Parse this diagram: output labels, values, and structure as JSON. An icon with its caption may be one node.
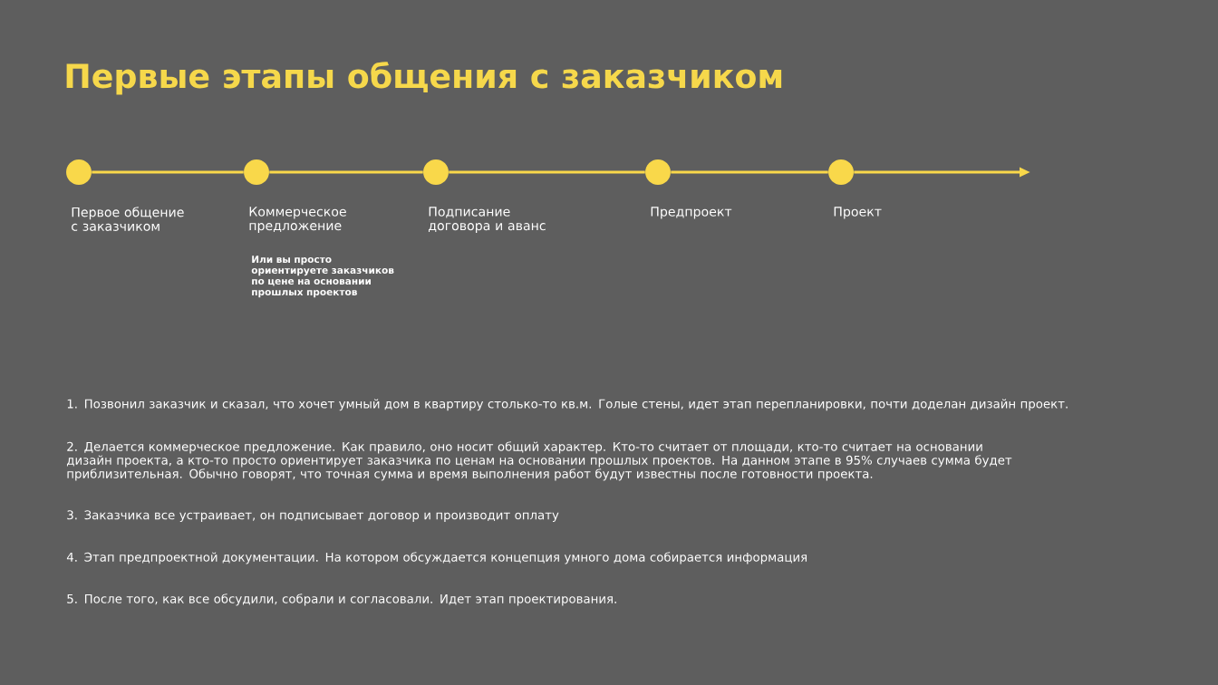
{
  "diagram": {
    "title": "Первые этапы общения с заказчиком",
    "nodes": [
      {
        "text": [
          "Первое общение с заказчиком"
        ]
      },
      {
        "text": [
          "Коммерческое предложение"
        ]
      },
      {
        "text": [
          "Подписание договора и аванс"
        ]
      },
      {
        "text": [
          "Предпроект"
        ]
      },
      {
        "text": [
          "Проект"
        ]
      }
    ],
    "edges": [
      {
        "from": 0,
        "to": 1,
        "arrow": "none"
      },
      {
        "from": 1,
        "to": 2,
        "arrow": "none"
      },
      {
        "from": 2,
        "to": 3,
        "arrow": "none"
      },
      {
        "from": 3,
        "to": 4,
        "arrow": "none"
      },
      {
        "from": 4,
        "to": null,
        "arrow": "to"
      }
    ],
    "labels": [
      "Или вы просто ориентируете заказчиков по цене на основании прошлых проектов",
      "1. Позвонил заказчик и сказал, что хочет умный дом в квартиру столько-то кв.м. Голые стены, идет этап перепланировки, почти доделан дизайн проект.",
      "2. Делается коммерческое предложение. Как правило, оно носит общий характер. Кто-то считает от площади, кто-то считает на основании дизайн проекта, а кто-то просто ориентирует заказчика по ценам на основании прошлых проектов. На данном этапе в 95% случаев сумма будет приблизительная. Обычно говорят, что точная сумма и время выполнения работ будут известны после готовности проекта.",
      "3. Заказчика все устраивает, он подписывает договор и производит оплату",
      "4. Этап предпроектной документации. На котором обсуждается концепция умного дома собирается информация",
      "5. После того, как все обсудили, собрали и согласовали. Идет этап проектирования."
    ]
  }
}
